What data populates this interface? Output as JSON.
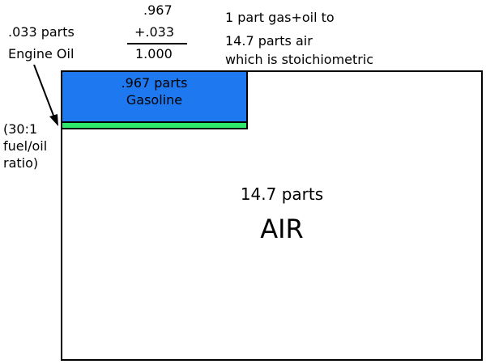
{
  "sum": {
    "line1": ".967",
    "line2": "+.033",
    "line3": "1.000"
  },
  "oil_label": {
    "line1": ".033 parts",
    "line2": "Engine Oil"
  },
  "ratio_note": {
    "line1": "(30:1",
    "line2": "fuel/oil",
    "line3": "ratio)"
  },
  "stoich_note": {
    "line1": "1 part gas+oil to",
    "line2": "14.7 parts air",
    "line3": "which is stoichiometric"
  },
  "gasoline_box": {
    "line1": ".967 parts",
    "line2": "Gasoline",
    "color": "#1e78f0"
  },
  "oil_strip": {
    "color": "#2ee86a"
  },
  "air_box": {
    "amount": "14.7 parts",
    "label": "AIR"
  }
}
